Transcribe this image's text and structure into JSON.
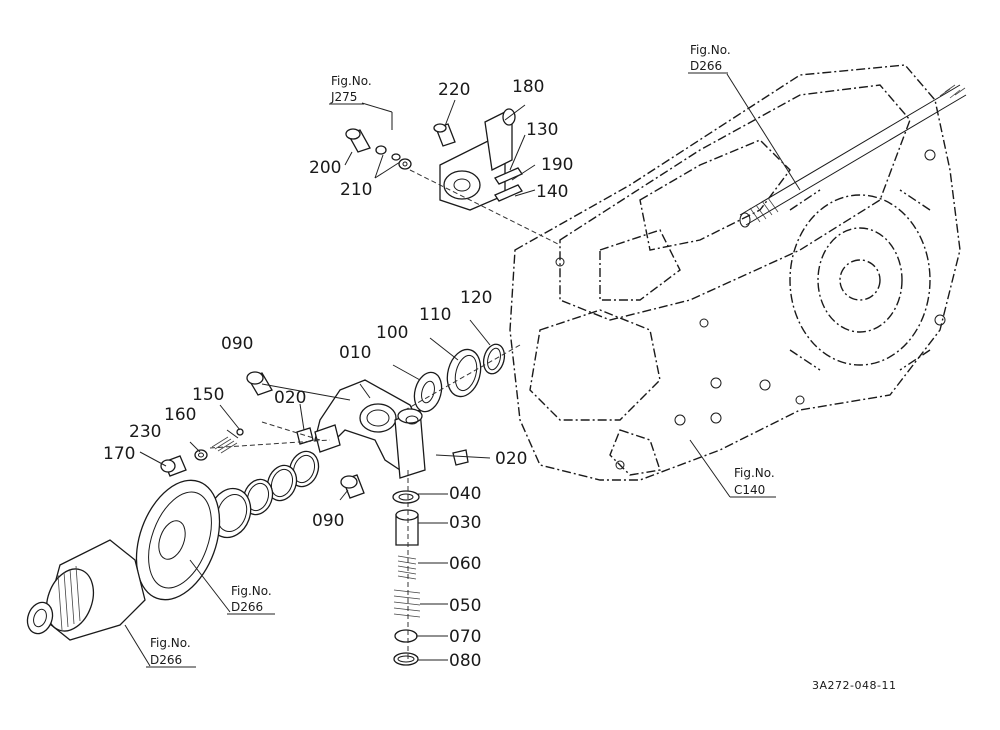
{
  "figure": {
    "drawing_code": "3A272-048-11"
  },
  "part_labels": [
    "010",
    "020",
    "020",
    "030",
    "040",
    "050",
    "060",
    "070",
    "080",
    "090",
    "090",
    "100",
    "110",
    "120",
    "130",
    "140",
    "150",
    "160",
    "170",
    "180",
    "190",
    "200",
    "210",
    "220",
    "230"
  ],
  "labels": {
    "p010": "010",
    "p020a": "020",
    "p020b": "020",
    "p030": "030",
    "p040": "040",
    "p050": "050",
    "p060": "060",
    "p070": "070",
    "p080": "080",
    "p090a": "090",
    "p090b": "090",
    "p100": "100",
    "p110": "110",
    "p120": "120",
    "p130": "130",
    "p140": "140",
    "p150": "150",
    "p160": "160",
    "p170": "170",
    "p180": "180",
    "p190": "190",
    "p200": "200",
    "p210": "210",
    "p220": "220",
    "p230": "230"
  },
  "fig_refs": {
    "j275": {
      "label": "Fig.No.",
      "code": "J275"
    },
    "d266_top": {
      "label": "Fig.No.",
      "code": "D266"
    },
    "c140": {
      "label": "Fig.No.",
      "code": "C140"
    },
    "d266_mid": {
      "label": "Fig.No.",
      "code": "D266"
    },
    "d266_low": {
      "label": "Fig.No.",
      "code": "D266"
    }
  }
}
